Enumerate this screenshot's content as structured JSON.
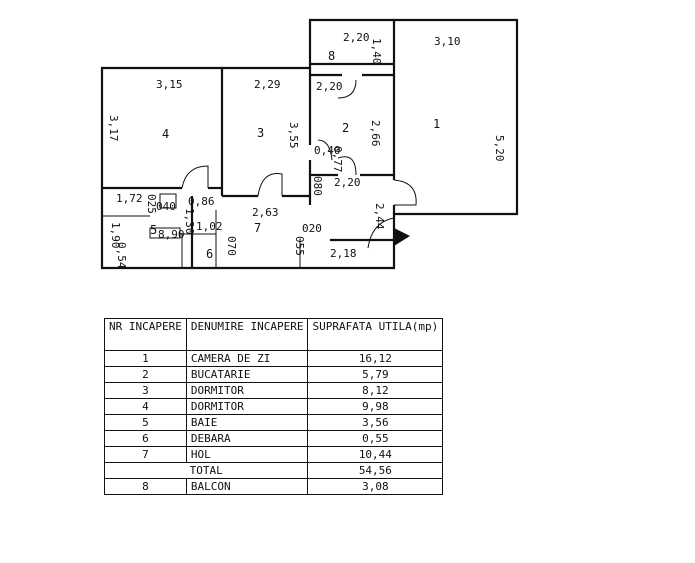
{
  "plan": {
    "room_numbers": [
      "1",
      "2",
      "3",
      "4",
      "5",
      "6",
      "7",
      "8"
    ],
    "dimensions": {
      "r1_width": "3,10",
      "r1_length": "5,20",
      "balcony_width": "2,20",
      "balcony_depth": "1,40",
      "r2_width": "2,20",
      "r2_length": "2,66",
      "r3_width": "2,29",
      "r3_length": "3,55",
      "r4_width": "3,15",
      "r4_length": "3,17",
      "bath_width": "1,72",
      "bath_height": "1,90",
      "hall_width_a": "2,20",
      "hall_length": "2,63",
      "hall_right_width": "2,44",
      "hall_bottom": "2,18",
      "d_040_a": "0,40",
      "d_040_b": "040",
      "d_025": "025",
      "d_086": "0,86",
      "d_130": "1,30",
      "d_102": "1,02",
      "d_890": "8,90",
      "d_054": "0,54",
      "d_070": "070",
      "d_055": "055",
      "d_020": "020",
      "d_080": "080",
      "d_077": "0,77"
    }
  },
  "table": {
    "headers": {
      "nr": "NR\nINCAPERE",
      "name": "DENUMIRE\nINCAPERE",
      "area": "SUPRAFATA\nUTILA(mp)"
    },
    "rows": [
      {
        "nr": "1",
        "name": "CAMERA DE ZI",
        "area": "16,12"
      },
      {
        "nr": "2",
        "name": "BUCATARIE",
        "area": "5,79"
      },
      {
        "nr": "3",
        "name": "DORMITOR",
        "area": "8,12"
      },
      {
        "nr": "4",
        "name": "DORMITOR",
        "area": "9,98"
      },
      {
        "nr": "5",
        "name": "BAIE",
        "area": "3,56"
      },
      {
        "nr": "6",
        "name": "DEBARA",
        "area": "0,55"
      },
      {
        "nr": "7",
        "name": "HOL",
        "area": "10,44"
      }
    ],
    "total": {
      "label": "TOTAL",
      "area": "54,56"
    },
    "balcony": {
      "nr": "8",
      "name": "BALCON",
      "area": "3,08"
    }
  }
}
